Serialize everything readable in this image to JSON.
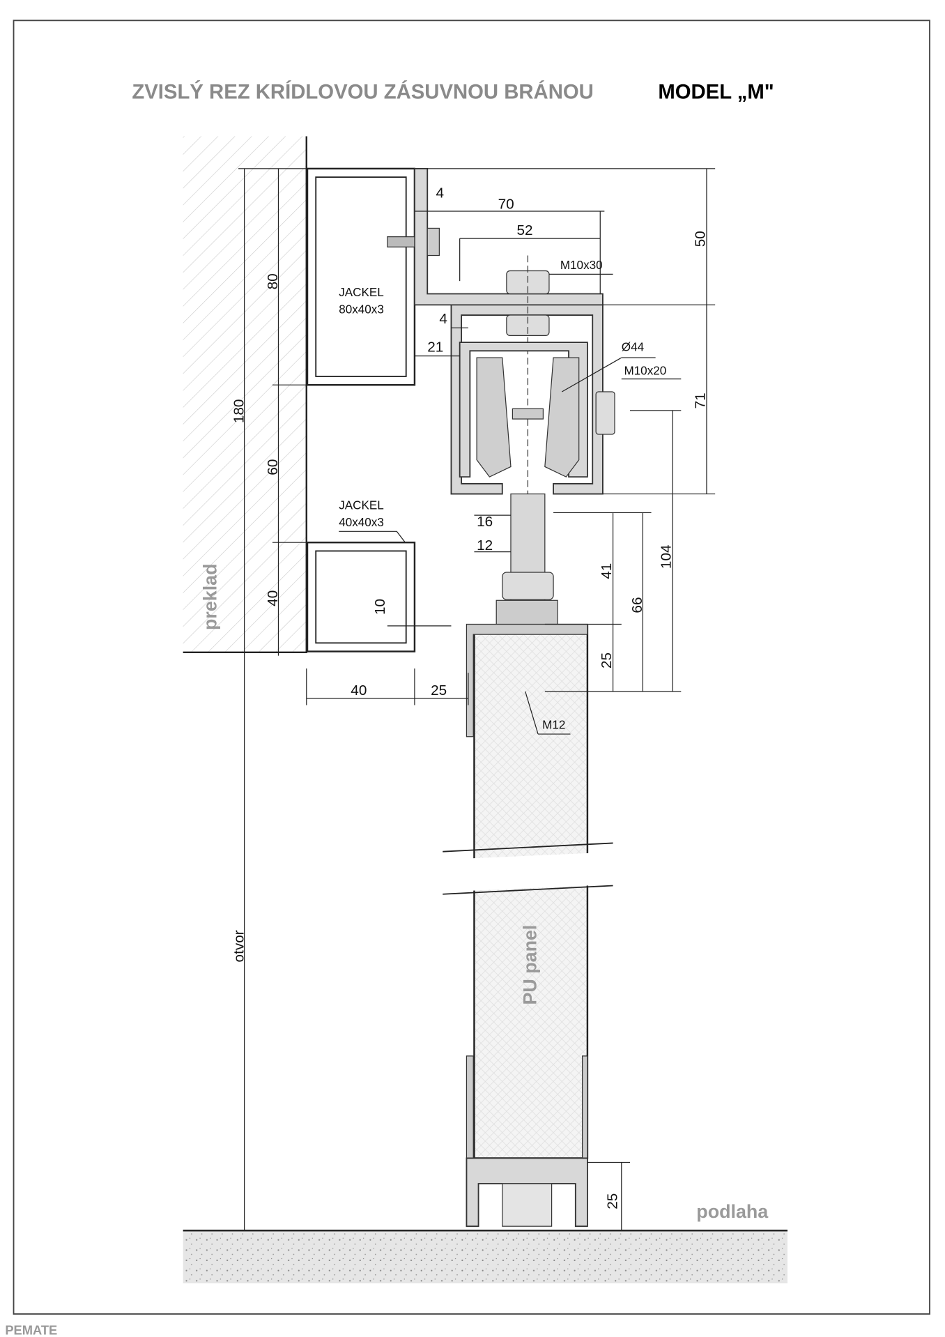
{
  "title": {
    "main": "ZVISLÝ REZ KRÍDLOVOU ZÁSUVNOU BRÁNOU",
    "model": "MODEL „M\""
  },
  "labels": {
    "jackel_top": [
      "JACKEL",
      "80x40x3"
    ],
    "jackel_bottom": [
      "JACKEL",
      "40x40x3"
    ],
    "preklad": "preklad",
    "otvor": "otvor",
    "pu_panel": "PU panel",
    "podlaha": "podlaha",
    "m10x30": "M10x30",
    "m10x20": "M10x20",
    "d44": "Ø44",
    "m12": "M12"
  },
  "dimensions": {
    "d4a": "4",
    "d70": "70",
    "d52": "52",
    "d50": "50",
    "d4b": "4",
    "d21": "21",
    "d71": "71",
    "d80": "80",
    "d180": "180",
    "d60": "60",
    "d40v": "40",
    "d16": "16",
    "d12": "12",
    "d41": "41",
    "d104": "104",
    "d66": "66",
    "d10": "10",
    "d25a": "25",
    "d40h": "40",
    "d25b": "25",
    "d25c": "25"
  },
  "logo": "PEMATE",
  "colors": {
    "title_gray": "#8a8a8a",
    "label_gray": "#9a9a9a"
  }
}
